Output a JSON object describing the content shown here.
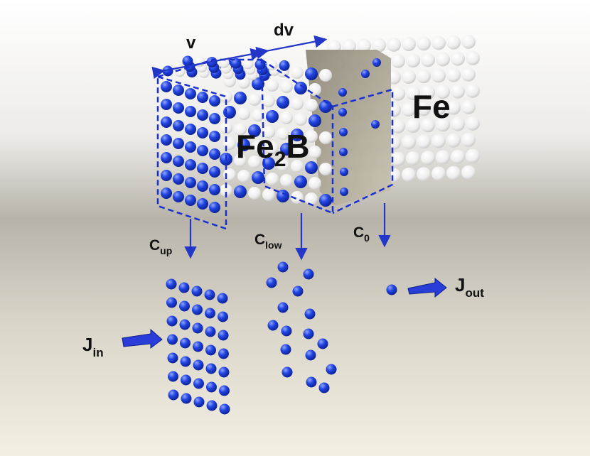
{
  "labels": {
    "v": "v",
    "dv": "dv",
    "phase_fe2b_main": "Fe",
    "phase_fe2b_sub": "2",
    "phase_fe2b_end": "B",
    "phase_fe": "Fe",
    "c_up_main": "C",
    "c_up_sub": "up",
    "c_low_main": "C",
    "c_low_sub": "low",
    "c0_main": "C",
    "c0_sub": "0",
    "j_in_main": "J",
    "j_in_sub": "in",
    "j_out_main": "J",
    "j_out_sub": "out"
  },
  "colors": {
    "boron_atom": "#1f3fd6",
    "iron_atom": "#f4f4f4",
    "arrow": "#2236c8",
    "dashed_outline": "#1a2fd0",
    "interface_face": "#a39c8c",
    "background_top": "#ffffff",
    "background_mid": "#b8b4aa"
  }
}
